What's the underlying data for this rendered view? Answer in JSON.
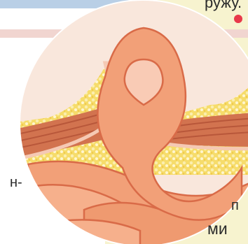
{
  "text_fragments": {
    "top_right": "ружу.",
    "left_dash": "н-",
    "right_middle": "п",
    "bottom_right": "ми"
  },
  "colors": {
    "background_right": "#f7f3cf",
    "blue_bar": "#b9cfe6",
    "pink_bar": "#f1d5d0",
    "intestine": "#f2a078",
    "intestine_outline": "#d96b48",
    "muscle": "#d2734f",
    "fat": "#f6dc6b",
    "bullet": "#e8394a"
  },
  "icons": [
    "bullet-dot-icon"
  ]
}
